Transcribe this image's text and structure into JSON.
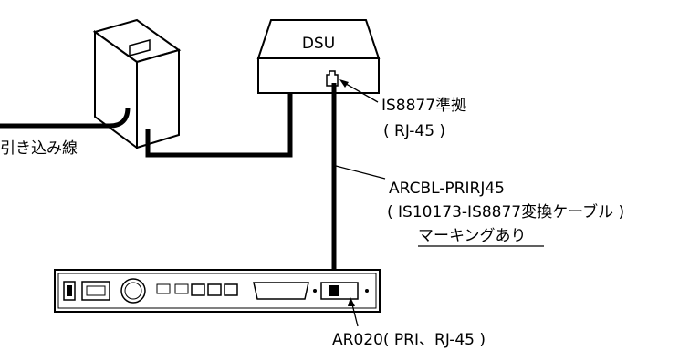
{
  "labels": {
    "dsu": "DSU",
    "incoming_line": "引き込み線",
    "connector_standard": "IS8877準拠",
    "connector_type": "( RJ-45 )",
    "cable_model": "ARCBL-PRIRJ45",
    "cable_description": "( IS10173-IS8877変換ケーブル )",
    "cable_marking": "マーキングあり",
    "router": "AR020( PRI、RJ-45 )"
  }
}
